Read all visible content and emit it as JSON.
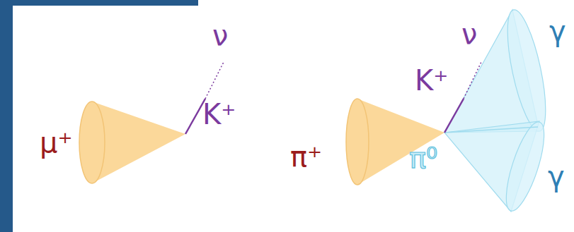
{
  "diagram": {
    "labels": [
      "μ⁺",
      "ν",
      "K⁺",
      "π⁺",
      "ν",
      "K⁺",
      "π⁰",
      "γ",
      "γ"
    ]
  }
}
